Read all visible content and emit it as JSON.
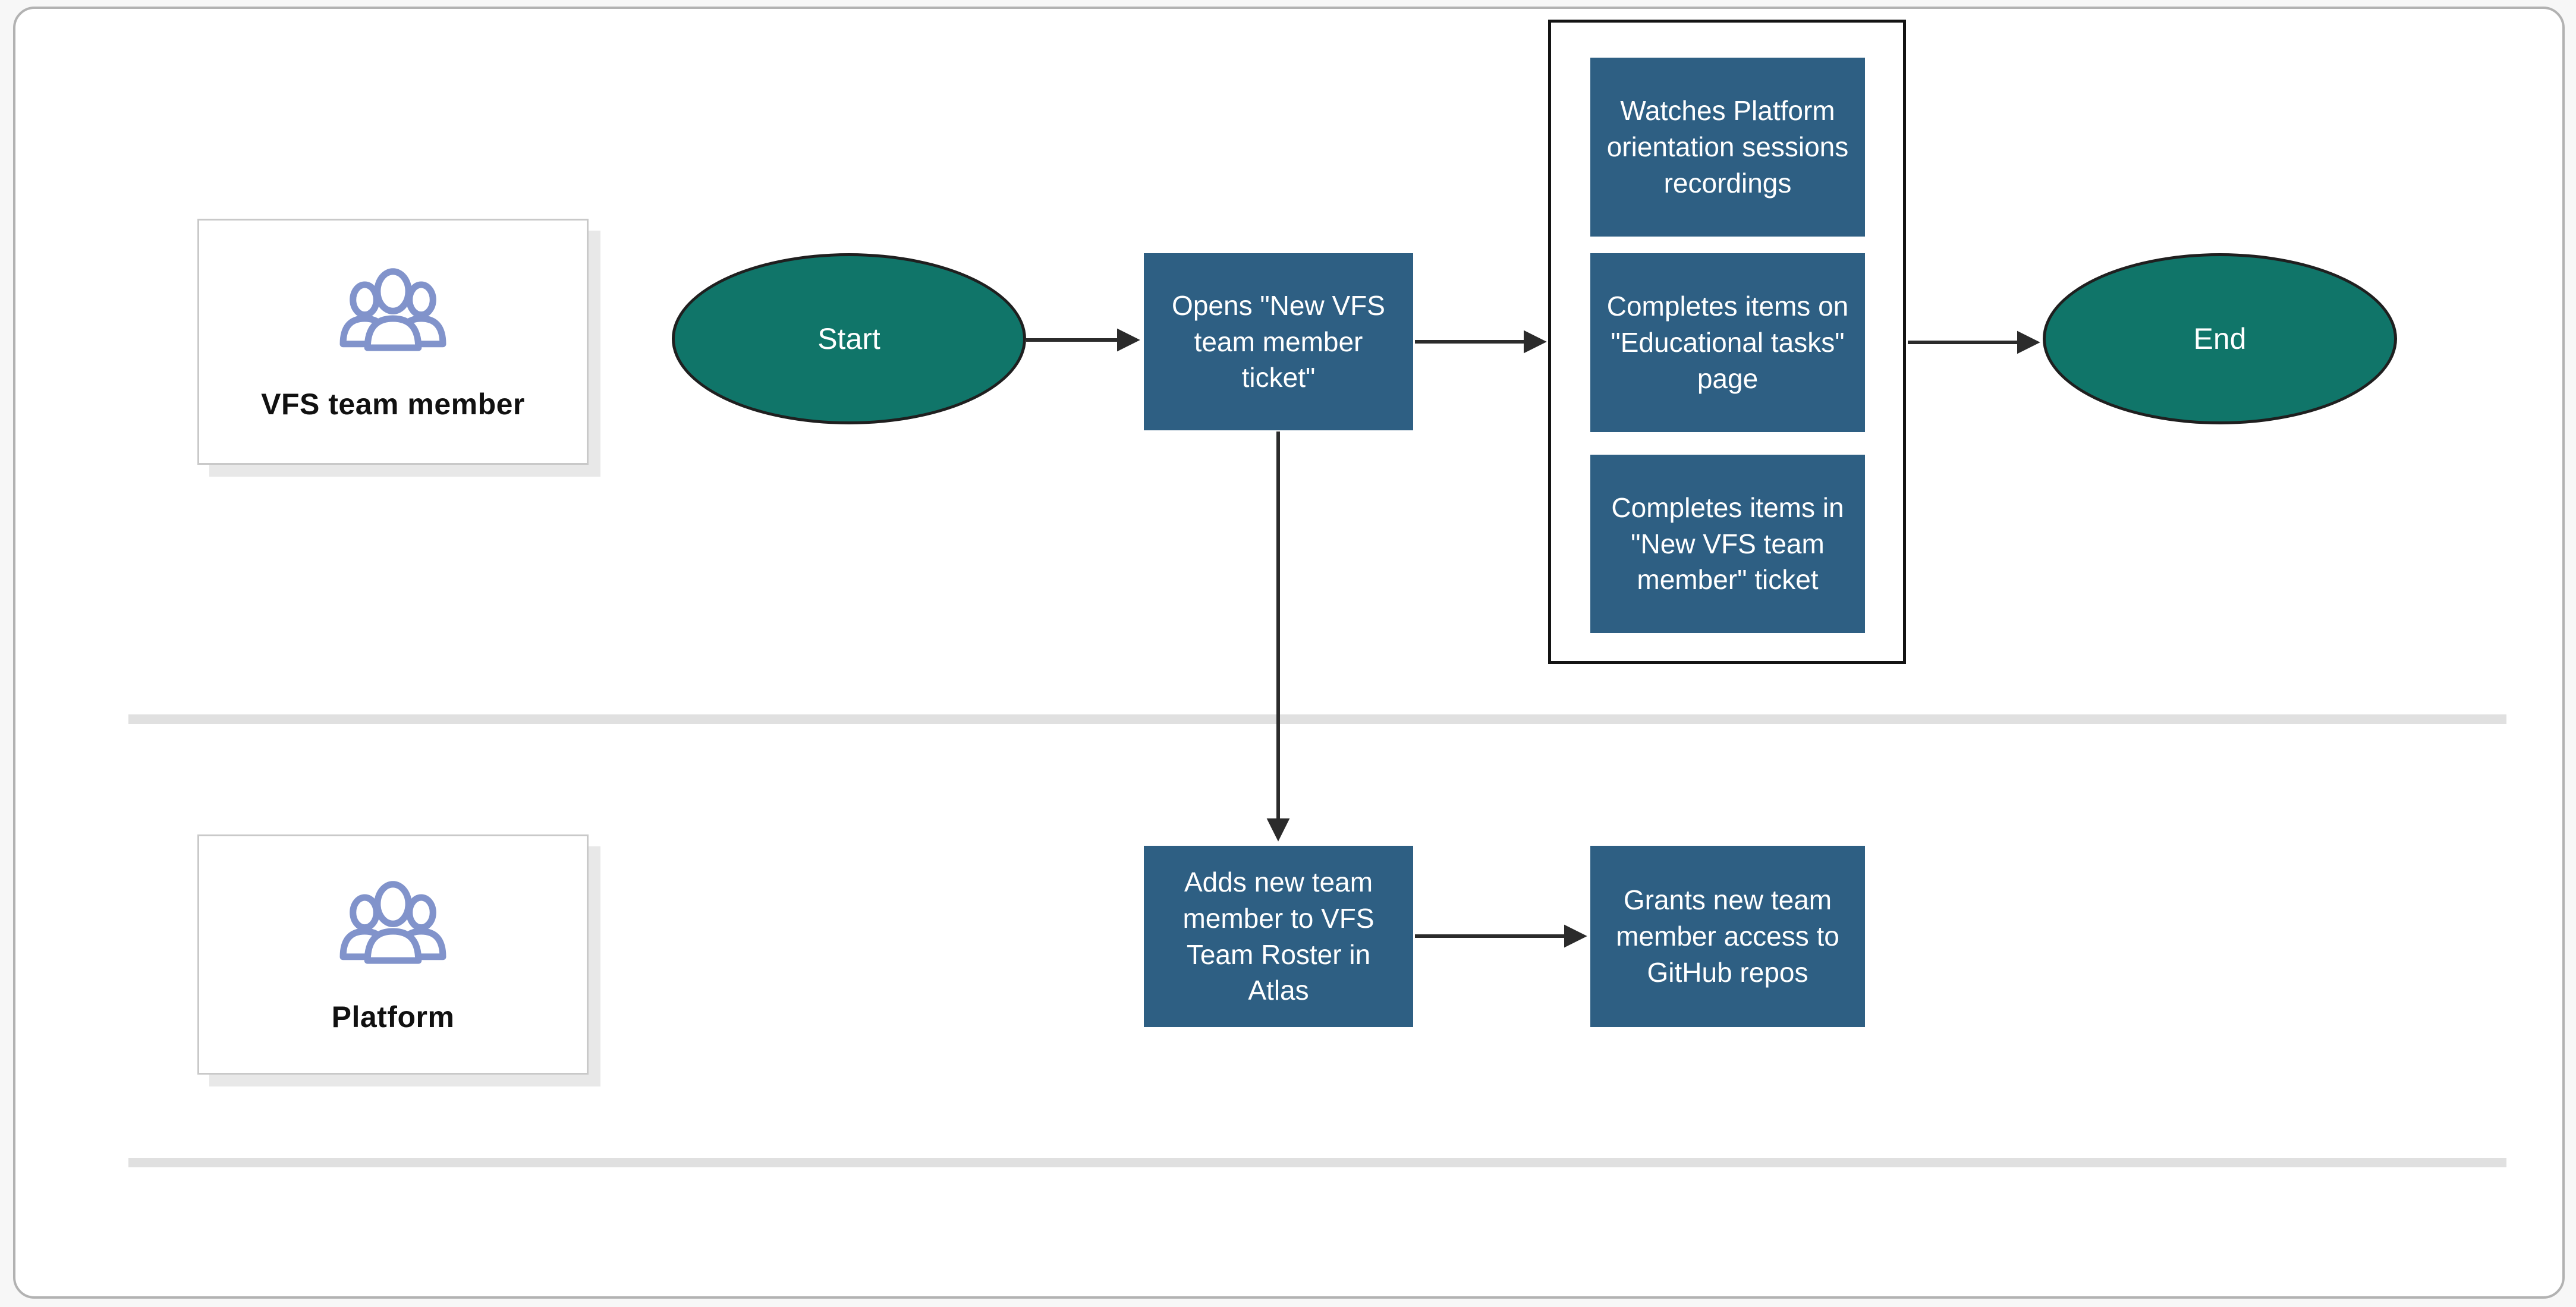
{
  "colors": {
    "process_fill": "#2e5f83",
    "process_text": "#ffffff",
    "terminal_fill": "#107569",
    "actor_icon": "#8193cb",
    "lane_divider": "#e0e0e0",
    "frame_border": "#b2b2b2",
    "arrow": "#2b2b2b"
  },
  "icons": {
    "actor": "people-group-icon"
  },
  "diagram": {
    "lanes": [
      {
        "actor_label": "VFS team member"
      },
      {
        "actor_label": "Platform"
      }
    ],
    "nodes": {
      "start": "Start",
      "open_ticket": "Opens \"New VFS team member ticket\"",
      "watch_orientation": "Watches Platform orientation sessions recordings",
      "complete_educational": "Completes items on \"Educational tasks\" page",
      "complete_member_ticket": "Completes items in \"New VFS team member\" ticket",
      "end": "End",
      "add_roster": "Adds new team member to VFS Team Roster in Atlas",
      "grant_github": "Grants new team member access to GitHub repos"
    }
  }
}
